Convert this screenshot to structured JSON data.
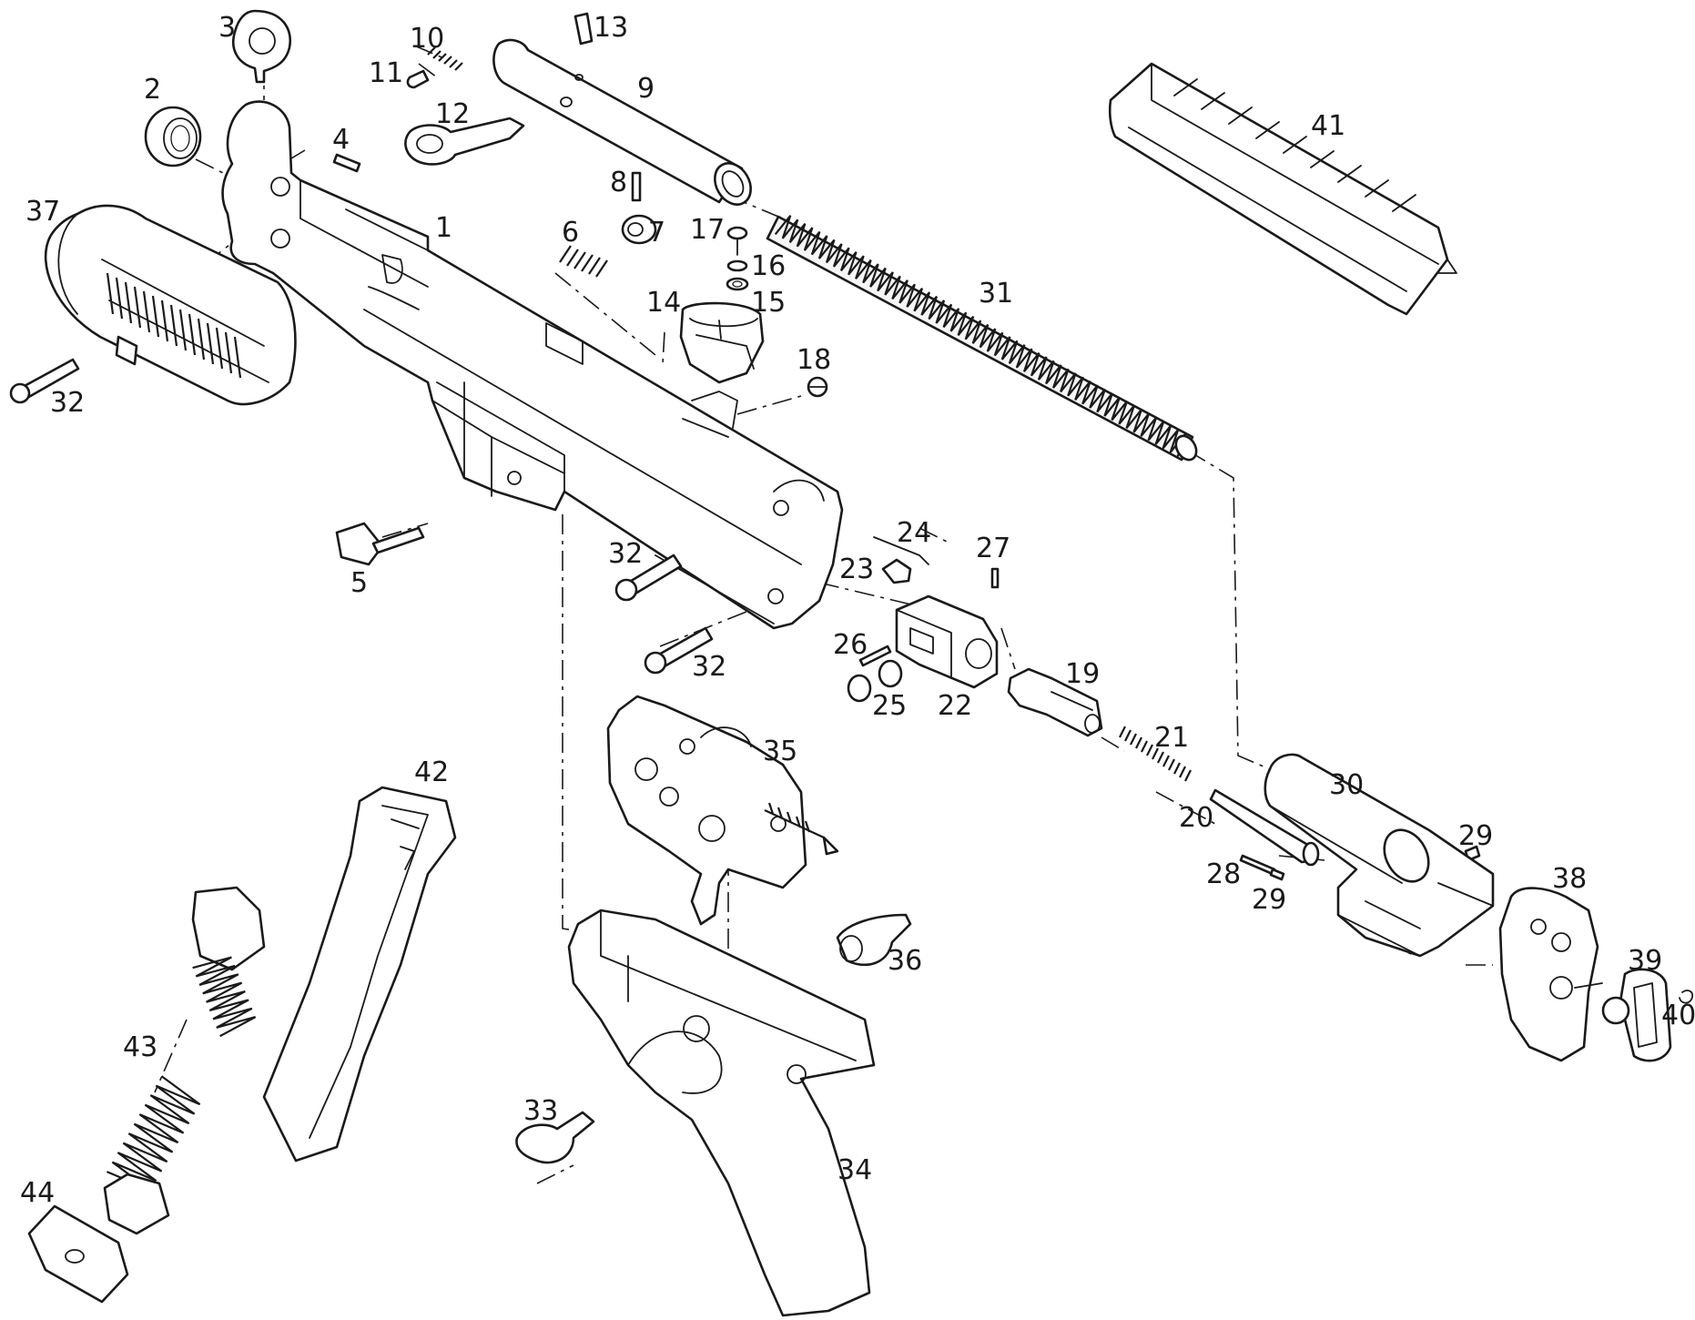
{
  "callouts": [
    {
      "id": "p1",
      "label": "1"
    },
    {
      "id": "p2",
      "label": "2"
    },
    {
      "id": "p3",
      "label": "3"
    },
    {
      "id": "p4",
      "label": "4"
    },
    {
      "id": "p5",
      "label": "5"
    },
    {
      "id": "p6",
      "label": "6"
    },
    {
      "id": "p7",
      "label": "7"
    },
    {
      "id": "p8",
      "label": "8"
    },
    {
      "id": "p9",
      "label": "9"
    },
    {
      "id": "p10",
      "label": "10"
    },
    {
      "id": "p11",
      "label": "11"
    },
    {
      "id": "p12",
      "label": "12"
    },
    {
      "id": "p13",
      "label": "13"
    },
    {
      "id": "p14",
      "label": "14"
    },
    {
      "id": "p15",
      "label": "15"
    },
    {
      "id": "p16",
      "label": "16"
    },
    {
      "id": "p17",
      "label": "17"
    },
    {
      "id": "p18",
      "label": "18"
    },
    {
      "id": "p19",
      "label": "19"
    },
    {
      "id": "p20",
      "label": "20"
    },
    {
      "id": "p21",
      "label": "21"
    },
    {
      "id": "p22",
      "label": "22"
    },
    {
      "id": "p23",
      "label": "23"
    },
    {
      "id": "p24",
      "label": "24"
    },
    {
      "id": "p25",
      "label": "25"
    },
    {
      "id": "p26",
      "label": "26"
    },
    {
      "id": "p27",
      "label": "27"
    },
    {
      "id": "p28",
      "label": "28"
    },
    {
      "id": "p29a",
      "label": "29"
    },
    {
      "id": "p29b",
      "label": "29"
    },
    {
      "id": "p30",
      "label": "30"
    },
    {
      "id": "p31",
      "label": "31"
    },
    {
      "id": "p32a",
      "label": "32"
    },
    {
      "id": "p32b",
      "label": "32"
    },
    {
      "id": "p32c",
      "label": "32"
    },
    {
      "id": "p33",
      "label": "33"
    },
    {
      "id": "p34",
      "label": "34"
    },
    {
      "id": "p35",
      "label": "35"
    },
    {
      "id": "p36",
      "label": "36"
    },
    {
      "id": "p37",
      "label": "37"
    },
    {
      "id": "p38",
      "label": "38"
    },
    {
      "id": "p39",
      "label": "39"
    },
    {
      "id": "p40",
      "label": "40"
    },
    {
      "id": "p41",
      "label": "41"
    },
    {
      "id": "p42",
      "label": "42"
    },
    {
      "id": "p43",
      "label": "43"
    },
    {
      "id": "p44",
      "label": "44"
    }
  ]
}
